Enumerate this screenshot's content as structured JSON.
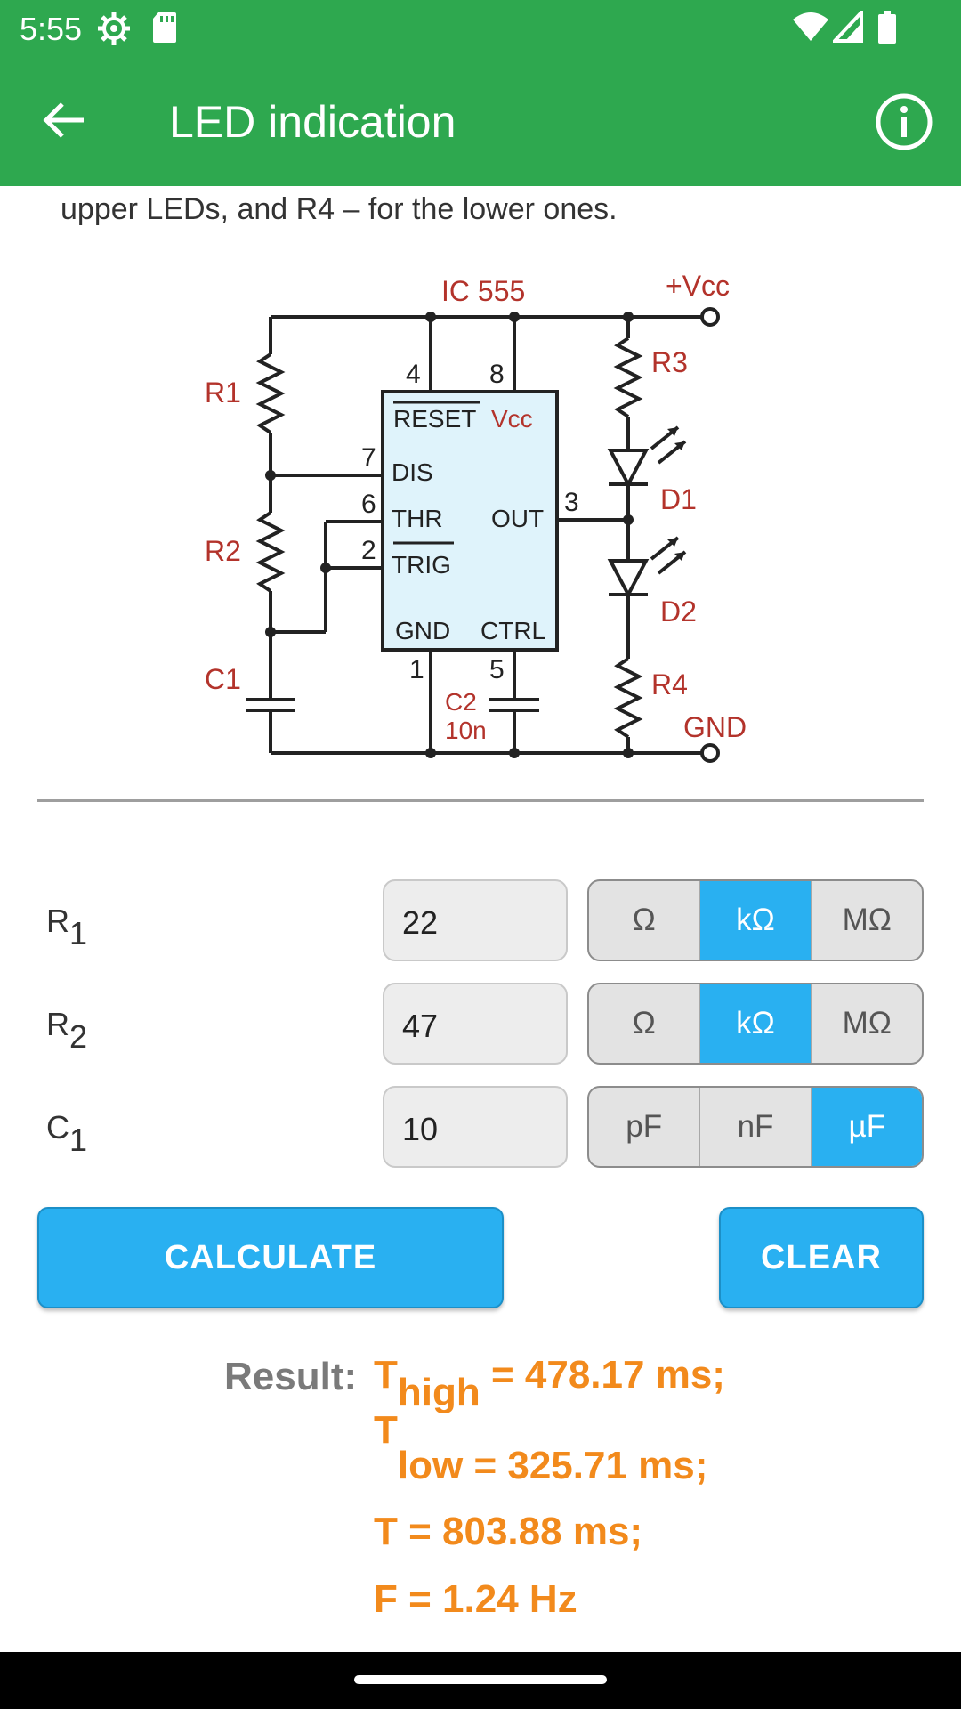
{
  "status_bar": {
    "time": "5:55",
    "icons": [
      "settings-gear-icon",
      "sd-card-icon",
      "wifi-icon",
      "signal-icon",
      "battery-icon"
    ]
  },
  "app_bar": {
    "title": "LED indication",
    "back_icon": "arrow-back-icon",
    "info_icon": "info-icon",
    "color": "#2ea84f"
  },
  "intro_text": "upper LEDs, and R4 – for the lower ones.",
  "schematic": {
    "chip_title": "IC 555",
    "vcc": "+Vcc",
    "gnd": "GND",
    "r1": "R1",
    "r2": "R2",
    "r3": "R3",
    "r4": "R4",
    "c1": "C1",
    "c2": "C2",
    "c2_value": "10n",
    "d1": "D1",
    "d2": "D2",
    "pins": {
      "reset": "RESET",
      "vcc": "Vcc",
      "dis": "DIS",
      "thr": "THR",
      "out": "OUT",
      "trig": "TRIG",
      "gnd": "GND",
      "ctrl": "CTRL"
    },
    "pin_numbers": {
      "p4": "4",
      "p8": "8",
      "p7": "7",
      "p6": "6",
      "p3": "3",
      "p2": "2",
      "p1": "1",
      "p5": "5"
    }
  },
  "inputs": [
    {
      "label": "R",
      "sub": "1",
      "value": "22",
      "units": [
        "Ω",
        "kΩ",
        "MΩ"
      ],
      "selected": "kΩ"
    },
    {
      "label": "R",
      "sub": "2",
      "value": "47",
      "units": [
        "Ω",
        "kΩ",
        "MΩ"
      ],
      "selected": "kΩ"
    },
    {
      "label": "C",
      "sub": "1",
      "value": "10",
      "units": [
        "pF",
        "nF",
        "µF"
      ],
      "selected": "µF"
    }
  ],
  "buttons": {
    "calculate": "CALCULATE",
    "clear": "CLEAR"
  },
  "result": {
    "label": "Result:",
    "t_high_prefix": "T",
    "t_high_sub": "high",
    "t_high_value": " = 478.17 ms;",
    "t_low_prefix": "T",
    "t_low_rest": "low = 325.71 ms;",
    "t_total": "T = 803.88 ms;",
    "freq": "F = 1.24 Hz"
  },
  "colors": {
    "accent": "#29b0f1",
    "result": "#f28a1c",
    "green": "#2ea84f"
  }
}
